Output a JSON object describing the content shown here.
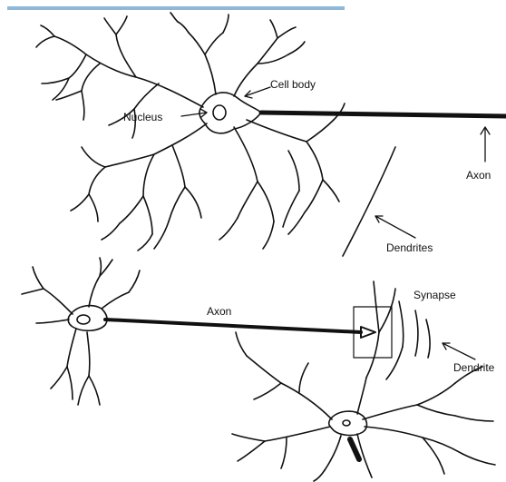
{
  "labels": {
    "cell_body": "Cell body",
    "nucleus": "Nucleus",
    "axon_top": "Axon",
    "dendrites_top": "Dendrites",
    "axon_bottom": "Axon",
    "synapse": "Synapse",
    "dendrites_bottom": "Dendrite"
  },
  "colors": {
    "ink": "#111111",
    "paper": "#ffffff",
    "top_rule": "#8fb7d8"
  }
}
